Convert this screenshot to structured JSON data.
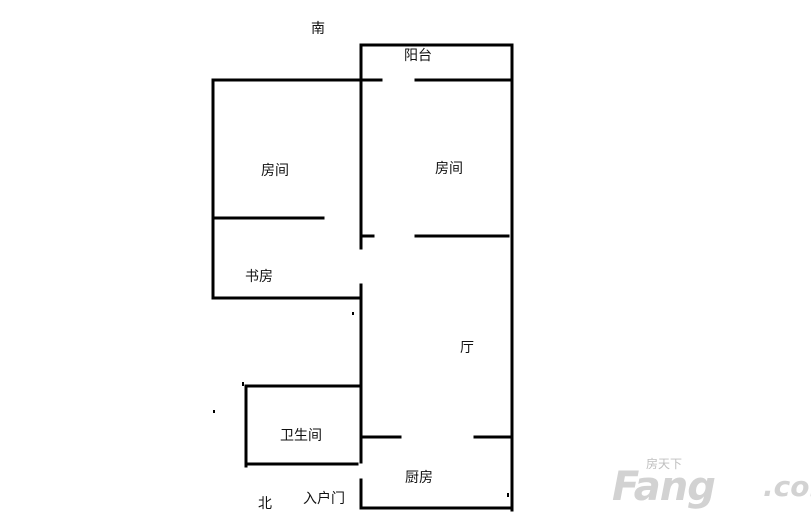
{
  "labels": {
    "south": "南",
    "balcony": "阳台",
    "room_left": "房间",
    "room_right": "房间",
    "study": "书房",
    "hall": "厅",
    "bathroom": "卫生间",
    "kitchen": "厨房",
    "north": "北",
    "entrance": "入户门"
  },
  "watermark": {
    "small": "房天下",
    "brand": "Fang",
    "suffix": ".com"
  },
  "colors": {
    "wall": "#000000",
    "background": "#ffffff",
    "watermark": "#d2d2d2"
  }
}
